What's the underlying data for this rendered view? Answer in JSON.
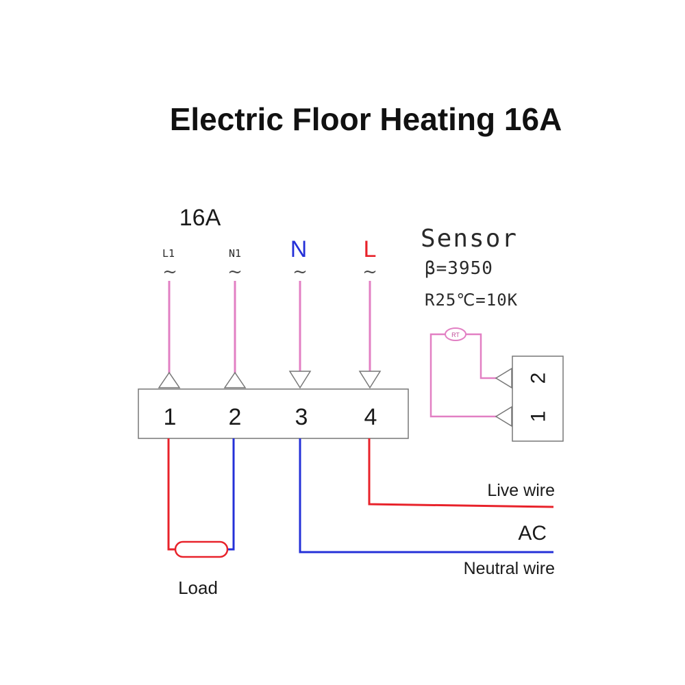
{
  "title": "Electric Floor Heating 16A",
  "rating": "16A",
  "terminals": [
    {
      "number": "1",
      "label": "L1",
      "symbol": "~",
      "direction": "out"
    },
    {
      "number": "2",
      "label": "N1",
      "symbol": "~",
      "direction": "out"
    },
    {
      "number": "3",
      "label": "N",
      "symbol": "~",
      "direction": "in"
    },
    {
      "number": "4",
      "label": "L",
      "symbol": "~",
      "direction": "in"
    }
  ],
  "sensor": {
    "title": "Sensor",
    "beta": "β=3950",
    "resistance": "R25℃=10K",
    "element_label": "RT",
    "pins": [
      "2",
      "1"
    ]
  },
  "load_label": "Load",
  "live_wire_label": "Live wire",
  "ac_label": "AC",
  "neutral_wire_label": "Neutral wire",
  "colors": {
    "live": "#e8222a",
    "neutral": "#2430d8",
    "signal": "#e27fc3",
    "outline": "#777777",
    "text": "#1a1a1a"
  }
}
